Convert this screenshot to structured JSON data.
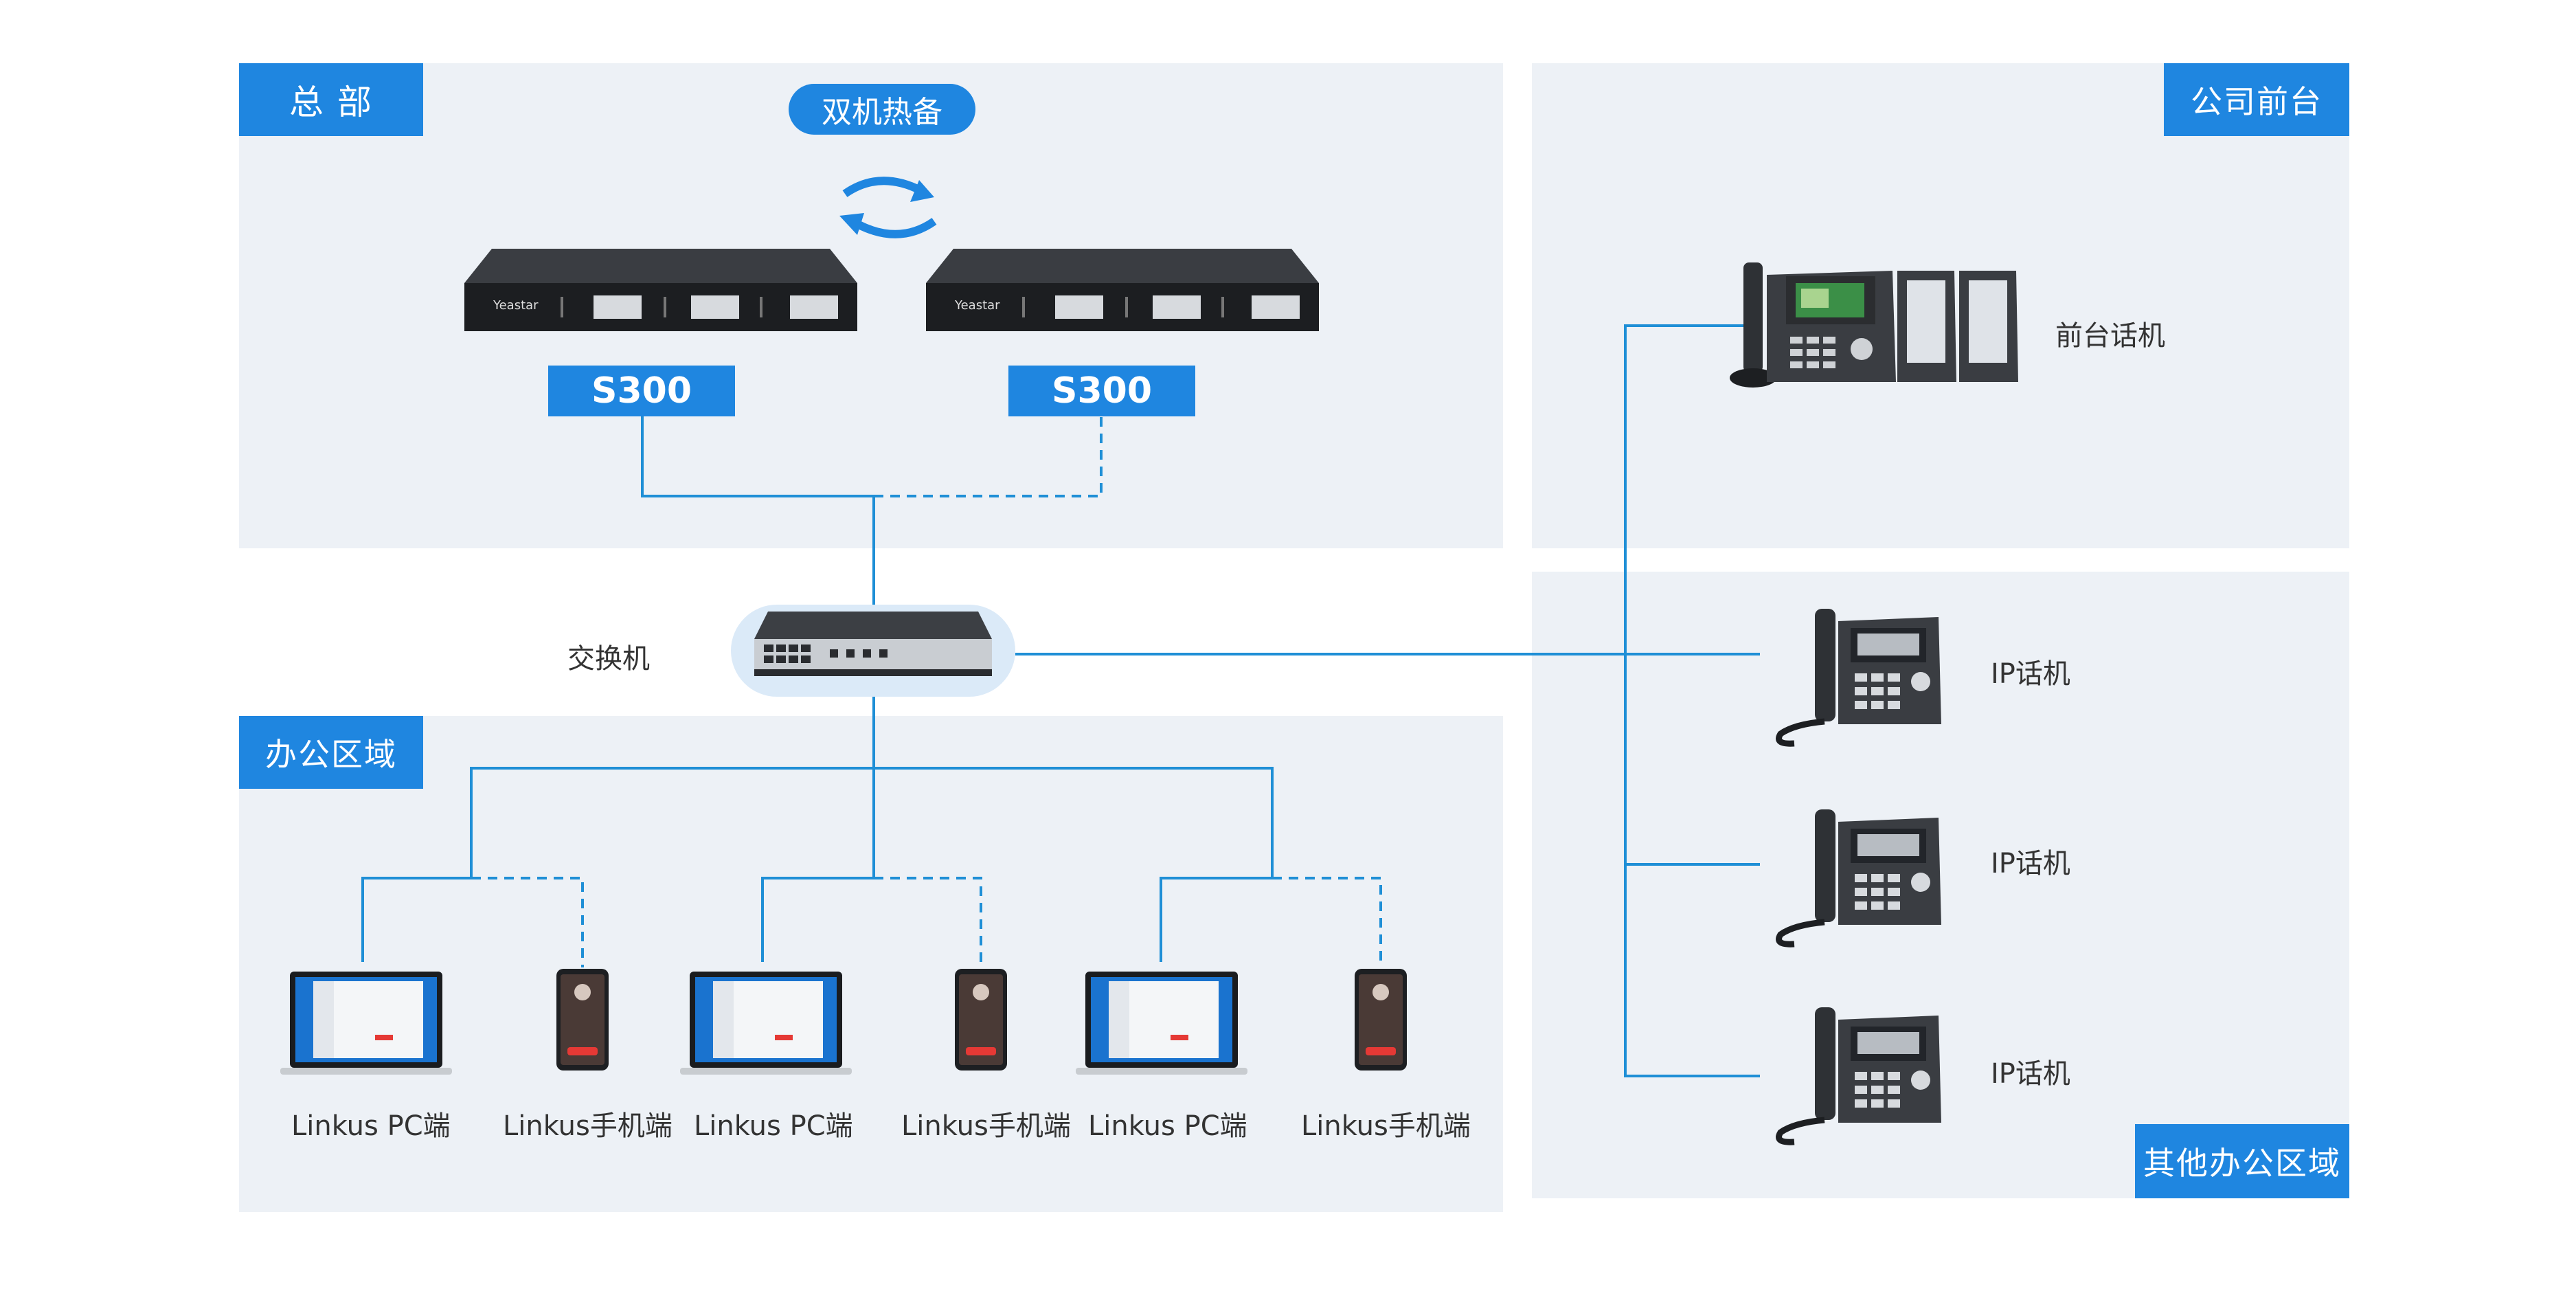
{
  "sections": {
    "headquarters": "总 部",
    "reception": "公司前台",
    "office": "办公区域",
    "other_office": "其他办公区域"
  },
  "hot_standby": "双机热备",
  "pbx": {
    "model_a": "S300",
    "model_b": "S300",
    "brand": "Yeastar"
  },
  "switch_label": "交换机",
  "reception_phone": "前台话机",
  "ip_phones": [
    "IP话机",
    "IP话机",
    "IP话机"
  ],
  "clients": [
    "Linkus PC端",
    "Linkus手机端",
    "Linkus PC端",
    "Linkus手机端",
    "Linkus PC端",
    "Linkus手机端"
  ],
  "colors": {
    "accent": "#1f86e0",
    "panel": "#edf1f6",
    "line": "#1f8fd6"
  }
}
